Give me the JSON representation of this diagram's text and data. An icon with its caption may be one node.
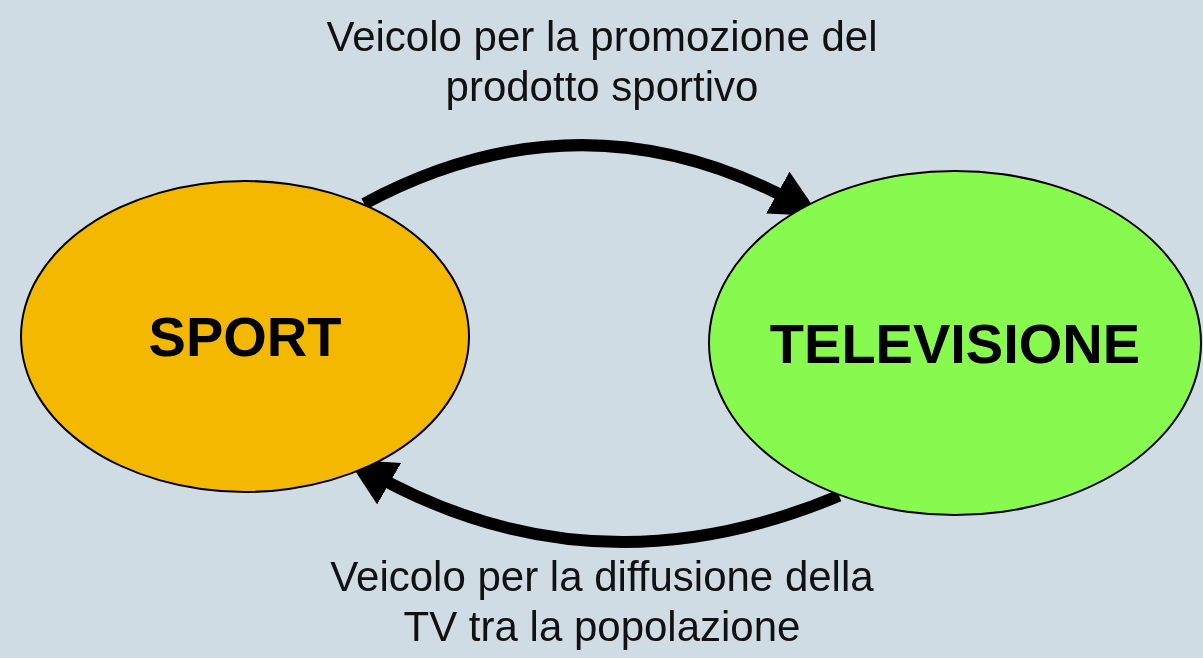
{
  "diagram": {
    "nodes": [
      {
        "text": [
          "SPORT"
        ]
      },
      {
        "text": [
          "TELEVISIONE"
        ]
      }
    ],
    "edges": [
      {
        "from": 0,
        "to": 1,
        "arrow": "to",
        "label": "Veicolo per la promozione del prodotto sportivo"
      },
      {
        "from": 1,
        "to": 0,
        "arrow": "to",
        "label": "Veicolo per la diffusione della TV tra la popolazione"
      }
    ]
  }
}
